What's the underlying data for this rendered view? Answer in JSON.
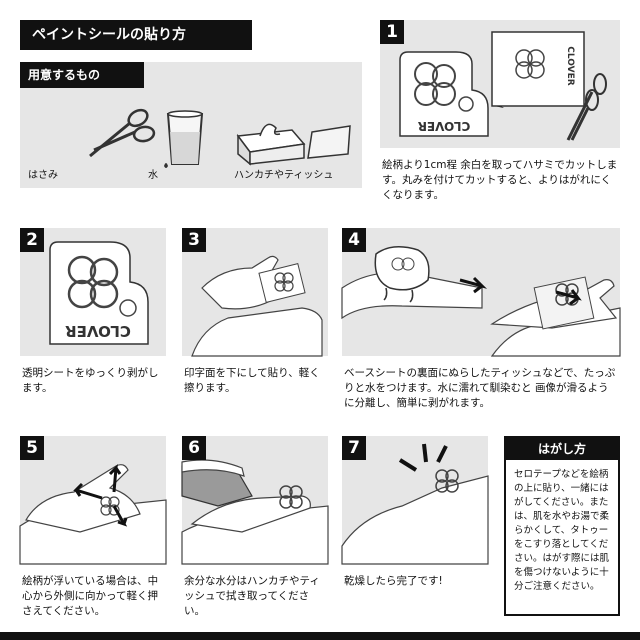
{
  "title": "ペイントシールの貼り方",
  "supplies": {
    "heading": "用意するもの",
    "items": [
      "はさみ",
      "水",
      "ハンカチやティッシュ"
    ]
  },
  "steps": [
    {
      "num": "1",
      "text": "絵柄より1cm程 余白を取ってハサミでカットします。丸みを付けてカットすると、よりはがれにくくなります。"
    },
    {
      "num": "2",
      "text": "透明シートをゆっくり剥がします。"
    },
    {
      "num": "3",
      "text": "印字面を下にして貼り、軽く擦ります。"
    },
    {
      "num": "4",
      "text": "ベースシートの裏面にぬらしたティッシュなどで、たっぷりと水をつけます。水に濡れて馴染むと 画像が滑るように分離し、簡単に剥がれます。"
    },
    {
      "num": "5",
      "text": "絵柄が浮いている場合は、中心から外側に向かって軽く押さえてください。"
    },
    {
      "num": "6",
      "text": "余分な水分はハンカチやティッシュで拭き取ってください。"
    },
    {
      "num": "7",
      "text": "乾燥したら完了です!"
    }
  ],
  "remove": {
    "heading": "はがし方",
    "text": "セロテープなどを絵柄の上に貼り、一緒にはがしてください。または、肌を水やお湯で柔らかくして、タトゥーをこすり落としてください。はがす際には肌を傷つけないように十分ご注意ください。"
  },
  "sticker_text": "CLOVER",
  "colors": {
    "panel": "#e6e6e6",
    "header": "#111111",
    "accent": "#111111"
  }
}
